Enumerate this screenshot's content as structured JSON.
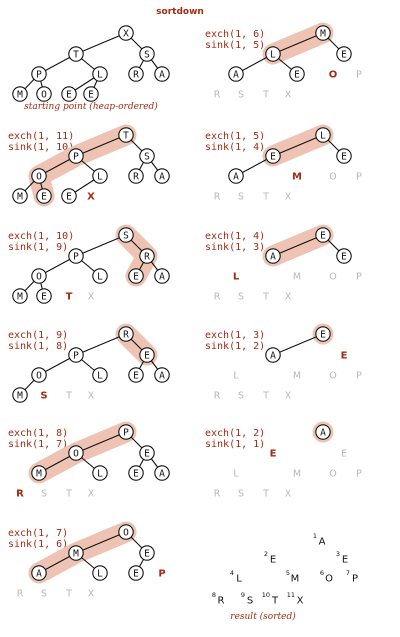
{
  "title": "sortdown",
  "colors": {
    "accent": "#a52a12",
    "highlight": "#efc3b3",
    "gray": "#b8b8b8",
    "ink": "#111111"
  },
  "panels": [
    {
      "label": [
        "",
        ""
      ],
      "caption": "starting point (heap-ordered)",
      "nodes": [
        [
          "X",
          1
        ],
        [
          "T",
          2
        ],
        [
          "S",
          3
        ],
        [
          "P",
          4
        ],
        [
          "L",
          5
        ],
        [
          "R",
          6
        ],
        [
          "A",
          7
        ],
        [
          "M",
          8
        ],
        [
          "O",
          9
        ],
        [
          "E",
          10
        ],
        [
          "E",
          11
        ]
      ],
      "loose": [],
      "path": []
    },
    {
      "label": [
        "exch(1, 6)",
        "sink(1, 5)"
      ],
      "caption": "",
      "nodes": [
        [
          "M",
          1
        ],
        [
          "L",
          2
        ],
        [
          "E",
          3
        ],
        [
          "A",
          4
        ],
        [
          "E",
          5
        ]
      ],
      "loose": [
        [
          "O",
          6,
          "red"
        ],
        [
          "P",
          7,
          "gray"
        ],
        [
          "R",
          8,
          "gray"
        ],
        [
          "S",
          9,
          "gray"
        ],
        [
          "T",
          10,
          "gray"
        ],
        [
          "X",
          11,
          "gray"
        ]
      ],
      "path": [
        2,
        1
      ]
    },
    {
      "label": [
        "exch(1, 11)",
        "sink(1, 10)"
      ],
      "caption": "",
      "nodes": [
        [
          "T",
          1
        ],
        [
          "P",
          2
        ],
        [
          "S",
          3
        ],
        [
          "O",
          4
        ],
        [
          "L",
          5
        ],
        [
          "R",
          6
        ],
        [
          "A",
          7
        ],
        [
          "M",
          8
        ],
        [
          "E",
          9
        ],
        [
          "E",
          10
        ]
      ],
      "loose": [
        [
          "X",
          11,
          "red"
        ]
      ],
      "path": [
        1,
        2,
        4,
        9
      ]
    },
    {
      "label": [
        "exch(1, 5)",
        "sink(1, 4)"
      ],
      "caption": "",
      "nodes": [
        [
          "L",
          1
        ],
        [
          "E",
          2
        ],
        [
          "E",
          3
        ],
        [
          "A",
          4
        ]
      ],
      "loose": [
        [
          "M",
          5,
          "red"
        ],
        [
          "O",
          6,
          "gray"
        ],
        [
          "P",
          7,
          "gray"
        ],
        [
          "R",
          8,
          "gray"
        ],
        [
          "S",
          9,
          "gray"
        ],
        [
          "T",
          10,
          "gray"
        ],
        [
          "X",
          11,
          "gray"
        ]
      ],
      "path": [
        2,
        1
      ]
    },
    {
      "label": [
        "exch(1, 10)",
        " sink(1, 9)"
      ],
      "caption": "",
      "nodes": [
        [
          "S",
          1
        ],
        [
          "P",
          2
        ],
        [
          "R",
          3
        ],
        [
          "O",
          4
        ],
        [
          "L",
          5
        ],
        [
          "E",
          6
        ],
        [
          "A",
          7
        ],
        [
          "M",
          8
        ],
        [
          "E",
          9
        ]
      ],
      "loose": [
        [
          "T",
          10,
          "red"
        ],
        [
          "X",
          11,
          "gray"
        ]
      ],
      "path": [
        1,
        3,
        6
      ]
    },
    {
      "label": [
        "exch(1, 4)",
        "sink(1, 3)"
      ],
      "caption": "",
      "nodes": [
        [
          "E",
          1
        ],
        [
          "A",
          2
        ],
        [
          "E",
          3
        ]
      ],
      "loose": [
        [
          "L",
          4,
          "red"
        ],
        [
          "M",
          5,
          "gray"
        ],
        [
          "O",
          6,
          "gray"
        ],
        [
          "P",
          7,
          "gray"
        ],
        [
          "R",
          8,
          "gray"
        ],
        [
          "S",
          9,
          "gray"
        ],
        [
          "T",
          10,
          "gray"
        ],
        [
          "X",
          11,
          "gray"
        ]
      ],
      "path": [
        2,
        1
      ]
    },
    {
      "label": [
        "exch(1, 9)",
        "sink(1, 8)"
      ],
      "caption": "",
      "nodes": [
        [
          "R",
          1
        ],
        [
          "P",
          2
        ],
        [
          "E",
          3
        ],
        [
          "O",
          4
        ],
        [
          "L",
          5
        ],
        [
          "E",
          6
        ],
        [
          "A",
          7
        ],
        [
          "M",
          8
        ]
      ],
      "loose": [
        [
          "S",
          9,
          "red"
        ],
        [
          "T",
          10,
          "gray"
        ],
        [
          "X",
          11,
          "gray"
        ]
      ],
      "path": [
        1,
        3
      ]
    },
    {
      "label": [
        "exch(1, 3)",
        "sink(1, 2)"
      ],
      "caption": "",
      "nodes": [
        [
          "E",
          1
        ],
        [
          "A",
          2
        ]
      ],
      "loose": [
        [
          "E",
          3,
          "red"
        ],
        [
          "L",
          4,
          "gray"
        ],
        [
          "M",
          5,
          "gray"
        ],
        [
          "O",
          6,
          "gray"
        ],
        [
          "P",
          7,
          "gray"
        ],
        [
          "R",
          8,
          "gray"
        ],
        [
          "S",
          9,
          "gray"
        ],
        [
          "T",
          10,
          "gray"
        ],
        [
          "X",
          11,
          "gray"
        ]
      ],
      "path": [
        1
      ]
    },
    {
      "label": [
        "exch(1, 8)",
        "sink(1, 7)"
      ],
      "caption": "",
      "nodes": [
        [
          "P",
          1
        ],
        [
          "O",
          2
        ],
        [
          "E",
          3
        ],
        [
          "M",
          4
        ],
        [
          "L",
          5
        ],
        [
          "E",
          6
        ],
        [
          "A",
          7
        ]
      ],
      "loose": [
        [
          "R",
          8,
          "red"
        ],
        [
          "S",
          9,
          "gray"
        ],
        [
          "T",
          10,
          "gray"
        ],
        [
          "X",
          11,
          "gray"
        ]
      ],
      "path": [
        1,
        2,
        4
      ]
    },
    {
      "label": [
        "exch(1, 2)",
        "sink(1, 1)"
      ],
      "caption": "",
      "nodes": [
        [
          "A",
          1
        ]
      ],
      "loose": [
        [
          "E",
          2,
          "red"
        ],
        [
          "E",
          3,
          "gray"
        ],
        [
          "L",
          4,
          "gray"
        ],
        [
          "M",
          5,
          "gray"
        ],
        [
          "O",
          6,
          "gray"
        ],
        [
          "P",
          7,
          "gray"
        ],
        [
          "R",
          8,
          "gray"
        ],
        [
          "S",
          9,
          "gray"
        ],
        [
          "T",
          10,
          "gray"
        ],
        [
          "X",
          11,
          "gray"
        ]
      ],
      "path": [
        1
      ]
    },
    {
      "label": [
        "exch(1, 7)",
        "sink(1, 6)"
      ],
      "caption": "",
      "nodes": [
        [
          "O",
          1
        ],
        [
          "M",
          2
        ],
        [
          "E",
          3
        ],
        [
          "A",
          4
        ],
        [
          "L",
          5
        ],
        [
          "E",
          6
        ]
      ],
      "loose": [
        [
          "P",
          7,
          "red"
        ],
        [
          "R",
          8,
          "gray"
        ],
        [
          "S",
          9,
          "gray"
        ],
        [
          "T",
          10,
          "gray"
        ],
        [
          "X",
          11,
          "gray"
        ]
      ],
      "path": [
        1,
        2,
        4
      ]
    },
    {
      "label": [
        "",
        ""
      ],
      "caption": "result (sorted)",
      "nodes": [],
      "loose": [
        [
          "A",
          1,
          "black"
        ],
        [
          "E",
          2,
          "black"
        ],
        [
          "E",
          3,
          "black"
        ],
        [
          "L",
          4,
          "black"
        ],
        [
          "M",
          5,
          "black"
        ],
        [
          "O",
          6,
          "black"
        ],
        [
          "P",
          7,
          "black"
        ],
        [
          "R",
          8,
          "black"
        ],
        [
          "S",
          9,
          "black"
        ],
        [
          "T",
          10,
          "black"
        ],
        [
          "X",
          11,
          "black"
        ]
      ],
      "path": [],
      "indexed": true
    }
  ]
}
